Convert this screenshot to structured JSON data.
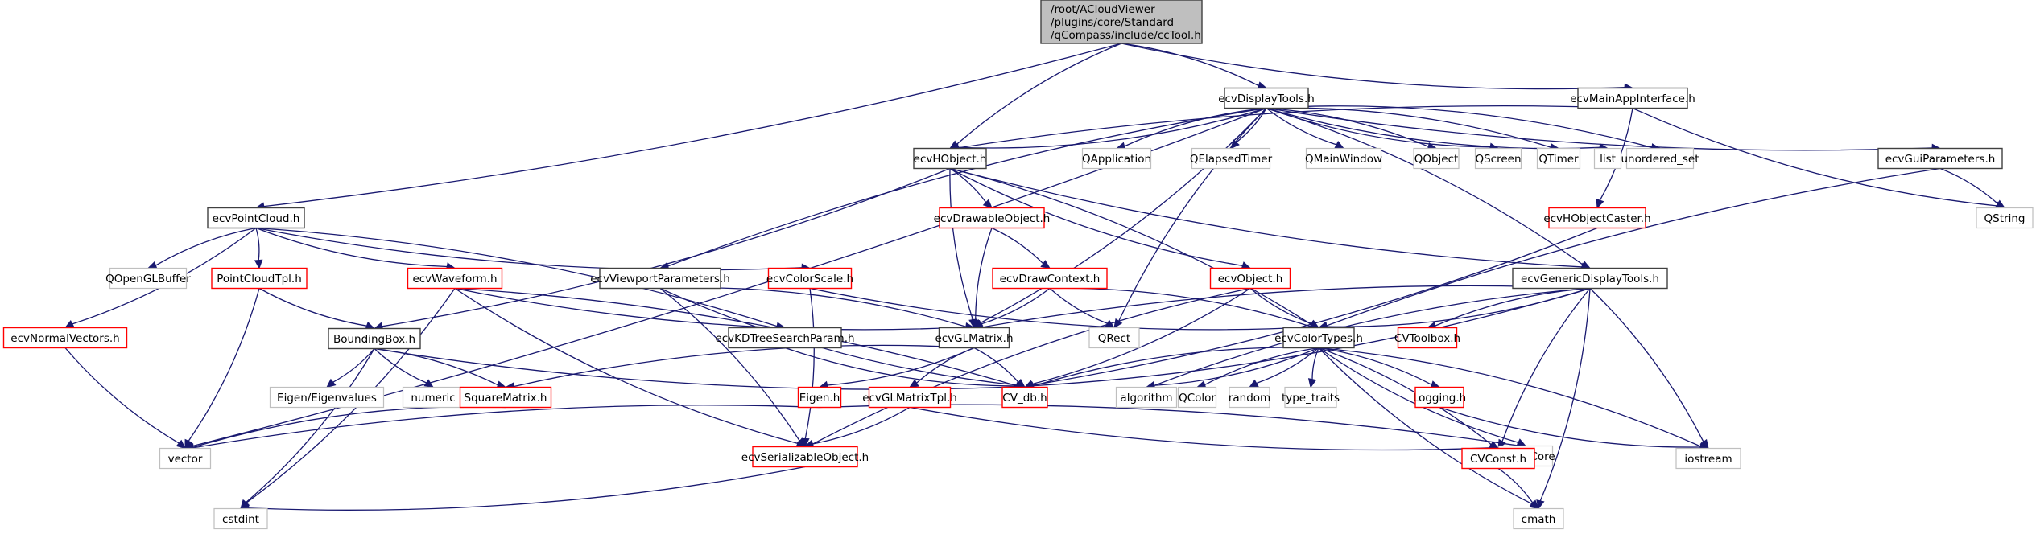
{
  "graph": {
    "title": "Include dependency graph for ccTool.h",
    "colors": {
      "edge": "#191970",
      "root_fill": "#bfbfbf",
      "root_border": "#404040",
      "documented_border": "#404040",
      "undocumented_border": "#ff0000",
      "external_border": "#bfbfbf",
      "text": "#000000"
    },
    "nodes": [
      {
        "id": "root",
        "label": [
          "/root/ACloudViewer",
          "/plugins/core/Standard",
          "/qCompass/include/ccTool.h"
        ],
        "kind": "root"
      },
      {
        "id": "ecvDisplayTools",
        "label": [
          "ecvDisplayTools.h"
        ],
        "kind": "documented"
      },
      {
        "id": "ecvMainAppInterface",
        "label": [
          "ecvMainAppInterface.h"
        ],
        "kind": "documented"
      },
      {
        "id": "ecvHObject",
        "label": [
          "ecvHObject.h"
        ],
        "kind": "documented"
      },
      {
        "id": "QApplication",
        "label": [
          "QApplication"
        ],
        "kind": "external"
      },
      {
        "id": "QElapsedTimer",
        "label": [
          "QElapsedTimer"
        ],
        "kind": "external"
      },
      {
        "id": "QMainWindow",
        "label": [
          "QMainWindow"
        ],
        "kind": "external"
      },
      {
        "id": "QObject",
        "label": [
          "QObject"
        ],
        "kind": "external"
      },
      {
        "id": "QScreen",
        "label": [
          "QScreen"
        ],
        "kind": "external"
      },
      {
        "id": "QTimer",
        "label": [
          "QTimer"
        ],
        "kind": "external"
      },
      {
        "id": "list",
        "label": [
          "list"
        ],
        "kind": "external"
      },
      {
        "id": "unordered_set",
        "label": [
          "unordered_set"
        ],
        "kind": "external"
      },
      {
        "id": "ecvGuiParameters",
        "label": [
          "ecvGuiParameters.h"
        ],
        "kind": "documented"
      },
      {
        "id": "QString",
        "label": [
          "QString"
        ],
        "kind": "external"
      },
      {
        "id": "ecvPointCloud",
        "label": [
          "ecvPointCloud.h"
        ],
        "kind": "documented"
      },
      {
        "id": "QOpenGLBuffer",
        "label": [
          "QOpenGLBuffer"
        ],
        "kind": "external"
      },
      {
        "id": "PointCloudTpl",
        "label": [
          "PointCloudTpl.h"
        ],
        "kind": "undocumented"
      },
      {
        "id": "ecvWaveform",
        "label": [
          "ecvWaveform.h"
        ],
        "kind": "undocumented"
      },
      {
        "id": "ecvNormalVectors",
        "label": [
          "ecvNormalVectors.h"
        ],
        "kind": "undocumented"
      },
      {
        "id": "ecvDrawableObject",
        "label": [
          "ecvDrawableObject.h"
        ],
        "kind": "undocumented"
      },
      {
        "id": "ecvHObjectCaster",
        "label": [
          "ecvHObjectCaster.h"
        ],
        "kind": "undocumented"
      },
      {
        "id": "ecvViewportParameters",
        "label": [
          "ecvViewportParameters.h"
        ],
        "kind": "documented"
      },
      {
        "id": "ecvColorScale",
        "label": [
          "ecvColorScale.h"
        ],
        "kind": "undocumented"
      },
      {
        "id": "ecvDrawContext",
        "label": [
          "ecvDrawContext.h"
        ],
        "kind": "undocumented"
      },
      {
        "id": "ecvObject",
        "label": [
          "ecvObject.h"
        ],
        "kind": "undocumented"
      },
      {
        "id": "ecvGenericDisplayTools",
        "label": [
          "ecvGenericDisplayTools.h"
        ],
        "kind": "documented"
      },
      {
        "id": "BoundingBox",
        "label": [
          "BoundingBox.h"
        ],
        "kind": "documented"
      },
      {
        "id": "ecvKDTreeSearchParam",
        "label": [
          "ecvKDTreeSearchParam.h"
        ],
        "kind": "documented"
      },
      {
        "id": "ecvGLMatrix",
        "label": [
          "ecvGLMatrix.h"
        ],
        "kind": "documented"
      },
      {
        "id": "QRect",
        "label": [
          "QRect"
        ],
        "kind": "external"
      },
      {
        "id": "ecvColorTypes",
        "label": [
          "ecvColorTypes.h"
        ],
        "kind": "documented"
      },
      {
        "id": "CVToolbox",
        "label": [
          "CVToolbox.h"
        ],
        "kind": "undocumented"
      },
      {
        "id": "EigenEigenvalues",
        "label": [
          "Eigen/Eigenvalues"
        ],
        "kind": "external"
      },
      {
        "id": "numeric",
        "label": [
          "numeric"
        ],
        "kind": "external"
      },
      {
        "id": "SquareMatrix",
        "label": [
          "SquareMatrix.h"
        ],
        "kind": "undocumented"
      },
      {
        "id": "EigenH",
        "label": [
          "Eigen.h"
        ],
        "kind": "undocumented"
      },
      {
        "id": "ecvGLMatrixTpl",
        "label": [
          "ecvGLMatrixTpl.h"
        ],
        "kind": "undocumented"
      },
      {
        "id": "CV_db",
        "label": [
          "CV_db.h"
        ],
        "kind": "undocumented"
      },
      {
        "id": "algorithm",
        "label": [
          "algorithm"
        ],
        "kind": "external"
      },
      {
        "id": "QColor",
        "label": [
          "QColor"
        ],
        "kind": "external"
      },
      {
        "id": "random",
        "label": [
          "random"
        ],
        "kind": "external"
      },
      {
        "id": "type_traits",
        "label": [
          "type_traits"
        ],
        "kind": "external"
      },
      {
        "id": "Logging",
        "label": [
          "Logging.h"
        ],
        "kind": "undocumented"
      },
      {
        "id": "vector",
        "label": [
          "vector"
        ],
        "kind": "external"
      },
      {
        "id": "ecvSerializableObject",
        "label": [
          "ecvSerializableObject.h"
        ],
        "kind": "undocumented"
      },
      {
        "id": "EigenCore",
        "label": [
          "Eigen/Core"
        ],
        "kind": "external"
      },
      {
        "id": "CVConst",
        "label": [
          "CVConst.h"
        ],
        "kind": "undocumented"
      },
      {
        "id": "iostream",
        "label": [
          "iostream"
        ],
        "kind": "external"
      },
      {
        "id": "cstdint",
        "label": [
          "cstdint"
        ],
        "kind": "external"
      },
      {
        "id": "cmath",
        "label": [
          "cmath"
        ],
        "kind": "external"
      }
    ],
    "edges": [
      [
        "root",
        "ecvPointCloud"
      ],
      [
        "root",
        "ecvHObject"
      ],
      [
        "root",
        "ecvDisplayTools"
      ],
      [
        "root",
        "ecvMainAppInterface"
      ],
      [
        "ecvDisplayTools",
        "ecvHObject"
      ],
      [
        "ecvDisplayTools",
        "QApplication"
      ],
      [
        "ecvDisplayTools",
        "QElapsedTimer"
      ],
      [
        "ecvDisplayTools",
        "QMainWindow"
      ],
      [
        "ecvDisplayTools",
        "QObject"
      ],
      [
        "ecvDisplayTools",
        "QScreen"
      ],
      [
        "ecvDisplayTools",
        "QTimer"
      ],
      [
        "ecvDisplayTools",
        "list"
      ],
      [
        "ecvDisplayTools",
        "unordered_set"
      ],
      [
        "ecvDisplayTools",
        "ecvGuiParameters"
      ],
      [
        "ecvDisplayTools",
        "ecvGenericDisplayTools"
      ],
      [
        "ecvDisplayTools",
        "ecvViewportParameters"
      ],
      [
        "ecvDisplayTools",
        "ecvGLMatrix"
      ],
      [
        "ecvDisplayTools",
        "QRect"
      ],
      [
        "ecvDisplayTools",
        "vector"
      ],
      [
        "ecvMainAppInterface",
        "ecvHObject"
      ],
      [
        "ecvMainAppInterface",
        "ecvHObjectCaster"
      ],
      [
        "ecvMainAppInterface",
        "QString"
      ],
      [
        "ecvGuiParameters",
        "QString"
      ],
      [
        "ecvGuiParameters",
        "ecvColorTypes"
      ],
      [
        "ecvHObject",
        "ecvDrawableObject"
      ],
      [
        "ecvHObject",
        "ecvObject"
      ],
      [
        "ecvHObject",
        "BoundingBox"
      ],
      [
        "ecvHObject",
        "ecvGLMatrix"
      ],
      [
        "ecvHObject",
        "ecvColorTypes"
      ],
      [
        "ecvHObject",
        "ecvGenericDisplayTools"
      ],
      [
        "ecvDrawableObject",
        "ecvDrawContext"
      ],
      [
        "ecvDrawableObject",
        "ecvGLMatrix"
      ],
      [
        "ecvDrawContext",
        "ecvGLMatrix"
      ],
      [
        "ecvDrawContext",
        "QRect"
      ],
      [
        "ecvDrawContext",
        "ecvColorTypes"
      ],
      [
        "ecvObject",
        "ecvColorTypes"
      ],
      [
        "ecvObject",
        "CV_db"
      ],
      [
        "ecvObject",
        "ecvSerializableObject"
      ],
      [
        "ecvHObjectCaster",
        "CV_db"
      ],
      [
        "ecvPointCloud",
        "QOpenGLBuffer"
      ],
      [
        "ecvPointCloud",
        "PointCloudTpl"
      ],
      [
        "ecvPointCloud",
        "ecvWaveform"
      ],
      [
        "ecvPointCloud",
        "ecvNormalVectors"
      ],
      [
        "ecvPointCloud",
        "ecvColorScale"
      ],
      [
        "ecvPointCloud",
        "ecvKDTreeSearchParam"
      ],
      [
        "PointCloudTpl",
        "BoundingBox"
      ],
      [
        "PointCloudTpl",
        "vector"
      ],
      [
        "ecvWaveform",
        "ecvGLMatrix"
      ],
      [
        "ecvWaveform",
        "CV_db"
      ],
      [
        "ecvWaveform",
        "ecvSerializableObject"
      ],
      [
        "ecvWaveform",
        "cstdint"
      ],
      [
        "ecvNormalVectors",
        "vector"
      ],
      [
        "ecvViewportParameters",
        "ecvGLMatrix"
      ],
      [
        "ecvViewportParameters",
        "CV_db"
      ],
      [
        "ecvViewportParameters",
        "ecvSerializableObject"
      ],
      [
        "ecvColorScale",
        "ecvColorTypes"
      ],
      [
        "ecvColorScale",
        "ecvSerializableObject"
      ],
      [
        "ecvKDTreeSearchParam",
        "CV_db"
      ],
      [
        "BoundingBox",
        "EigenEigenvalues"
      ],
      [
        "BoundingBox",
        "numeric"
      ],
      [
        "BoundingBox",
        "SquareMatrix"
      ],
      [
        "BoundingBox",
        "CV_db"
      ],
      [
        "BoundingBox",
        "cstdint"
      ],
      [
        "SquareMatrix",
        "vector"
      ],
      [
        "ecvGLMatrix",
        "EigenH"
      ],
      [
        "ecvGLMatrix",
        "ecvGLMatrixTpl"
      ],
      [
        "ecvGLMatrix",
        "CV_db"
      ],
      [
        "ecvGLMatrix",
        "SquareMatrix"
      ],
      [
        "EigenH",
        "EigenCore"
      ],
      [
        "EigenH",
        "vector"
      ],
      [
        "ecvGLMatrixTpl",
        "ecvSerializableObject"
      ],
      [
        "ecvGLMatrixTpl",
        "CVConst"
      ],
      [
        "ecvSerializableObject",
        "cstdint"
      ],
      [
        "ecvGenericDisplayTools",
        "ecvGLMatrix"
      ],
      [
        "ecvGenericDisplayTools",
        "ecvColorTypes"
      ],
      [
        "ecvGenericDisplayTools",
        "CVToolbox"
      ],
      [
        "ecvGenericDisplayTools",
        "CV_db"
      ],
      [
        "ecvGenericDisplayTools",
        "algorithm"
      ],
      [
        "ecvGenericDisplayTools",
        "iostream"
      ],
      [
        "ecvGenericDisplayTools",
        "CVConst"
      ],
      [
        "ecvGenericDisplayTools",
        "cmath"
      ],
      [
        "ecvColorTypes",
        "CV_db"
      ],
      [
        "ecvColorTypes",
        "algorithm"
      ],
      [
        "ecvColorTypes",
        "QColor"
      ],
      [
        "ecvColorTypes",
        "random"
      ],
      [
        "ecvColorTypes",
        "type_traits"
      ],
      [
        "ecvColorTypes",
        "Logging"
      ],
      [
        "ecvColorTypes",
        "EigenCore"
      ],
      [
        "ecvColorTypes",
        "CVConst"
      ],
      [
        "ecvColorTypes",
        "cmath"
      ],
      [
        "ecvColorTypes",
        "iostream"
      ],
      [
        "Logging",
        "iostream"
      ],
      [
        "CVConst",
        "cmath"
      ]
    ]
  }
}
